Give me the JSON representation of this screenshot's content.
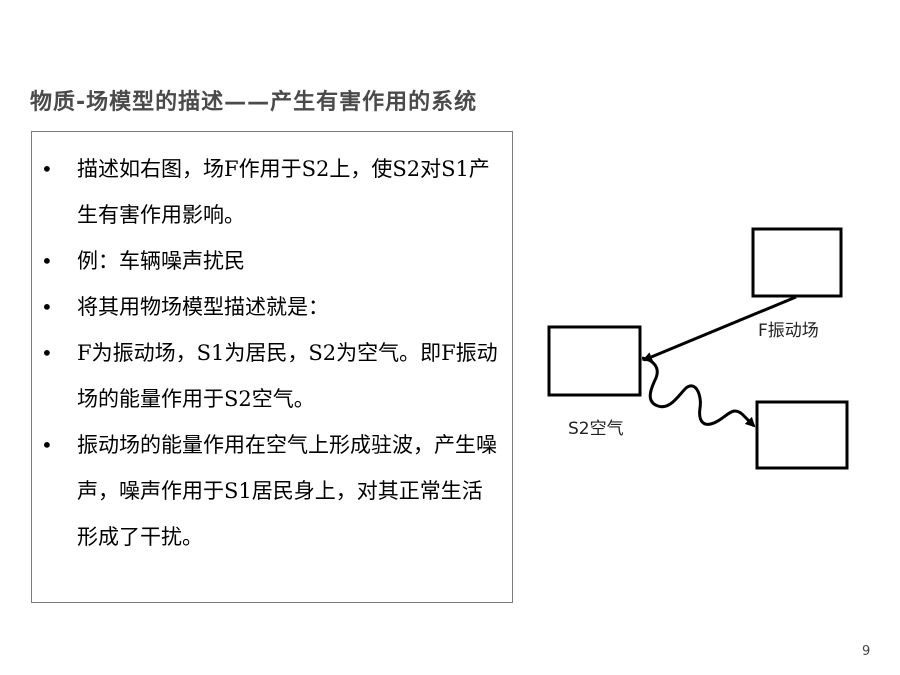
{
  "slide": {
    "title": "物质-场模型的描述——产生有害作用的系统",
    "bullets": [
      "描述如右图，场F作用于S2上，使S2对S1产生有害作用影响。",
      "例：车辆噪声扰民",
      "将其用物场模型描述就是：",
      "F为振动场，S1为居民，S2为空气。即F振动场的能量作用于S2空气。",
      "振动场的能量作用在空气上形成驻波，产生噪声，噪声作用于S1居民身上，对其正常生活形成了干扰。"
    ],
    "bullet_marker": "•",
    "page_number": "9"
  },
  "diagram": {
    "field_label": "F振动场",
    "substance2_label": "S2空气"
  }
}
